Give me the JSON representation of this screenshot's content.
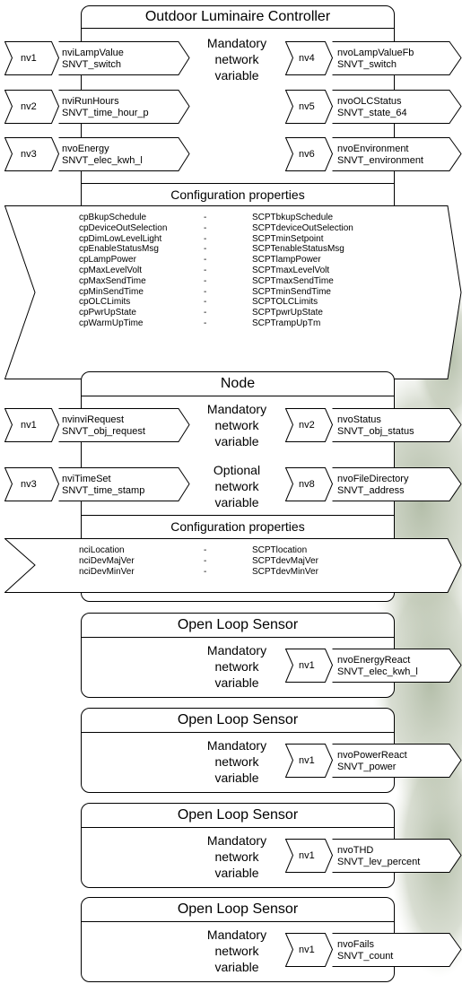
{
  "blocks": [
    {
      "title": "Outdoor Luminaire Controller",
      "variable_label": [
        "Mandatory",
        "network",
        "variable"
      ],
      "inputs": [
        {
          "num": "nv1",
          "name": "nviLampValue",
          "type": "SNVT_switch"
        },
        {
          "num": "nv2",
          "name": "nviRunHours",
          "type": "SNVT_time_hour_p"
        },
        {
          "num": "nv3",
          "name": "nvoEnergy",
          "type": "SNVT_elec_kwh_l"
        }
      ],
      "outputs": [
        {
          "num": "nv4",
          "name": "nvoLampValueFb",
          "type": "SNVT_switch"
        },
        {
          "num": "nv5",
          "name": "nvoOLCStatus",
          "type": "SNVT_state_64"
        },
        {
          "num": "nv6",
          "name": "nvoEnvironment",
          "type": "SNVT_environment"
        }
      ],
      "config_title": "Configuration properties",
      "config": [
        {
          "name": "cpBkupSchedule",
          "sep": "-",
          "type": "SCPTbkupSchedule"
        },
        {
          "name": "cpDeviceOutSelection",
          "sep": "-",
          "type": "SCPTdeviceOutSelection"
        },
        {
          "name": "cpDimLowLevelLight",
          "sep": "-",
          "type": "SCPTminSetpoint"
        },
        {
          "name": "cpEnableStatusMsg",
          "sep": "-",
          "type": "SCPTenableStatusMsg"
        },
        {
          "name": "cpLampPower",
          "sep": "-",
          "type": "SCPTlampPower"
        },
        {
          "name": "cpMaxLevelVolt",
          "sep": "-",
          "type": "SCPTmaxLevelVolt"
        },
        {
          "name": "cpMaxSendTime",
          "sep": "-",
          "type": "SCPTmaxSendTime"
        },
        {
          "name": "cpMinSendTime",
          "sep": "-",
          "type": "SCPTminSendTime"
        },
        {
          "name": "cpOLCLimits",
          "sep": "-",
          "type": "SCPTOLCLimits"
        },
        {
          "name": "cpPwrUpState",
          "sep": "-",
          "type": "SCPTpwrUpState"
        },
        {
          "name": "cpWarmUpTime",
          "sep": "-",
          "type": "SCPTrampUpTm"
        }
      ]
    },
    {
      "title": "Node",
      "variable_label_mandatory": [
        "Mandatory",
        "network",
        "variable"
      ],
      "variable_label_optional": [
        "Optional",
        "network",
        "variable"
      ],
      "inputs": [
        {
          "num": "nv1",
          "name": "nvinviRequest",
          "type": "SNVT_obj_request"
        },
        {
          "num": "nv3",
          "name": "nviTimeSet",
          "type": "SNVT_time_stamp"
        }
      ],
      "outputs": [
        {
          "num": "nv2",
          "name": "nvoStatus",
          "type": "SNVT_obj_status"
        },
        {
          "num": "nv8",
          "name": "nvoFileDirectory",
          "type": "SNVT_address"
        }
      ],
      "config_title": "Configuration properties",
      "config": [
        {
          "name": "nciLocation",
          "sep": "-",
          "type": "SCPTlocation"
        },
        {
          "name": "nciDevMajVer",
          "sep": "-",
          "type": "SCPTdevMajVer"
        },
        {
          "name": "nciDevMinVer",
          "sep": "-",
          "type": "SCPTdevMinVer"
        }
      ]
    },
    {
      "title": "Open Loop Sensor",
      "variable_label": [
        "Mandatory",
        "network",
        "variable"
      ],
      "output": {
        "num": "nv1",
        "name": "nvoEnergyReact",
        "type": "SNVT_elec_kwh_l"
      }
    },
    {
      "title": "Open Loop Sensor",
      "variable_label": [
        "Mandatory",
        "network",
        "variable"
      ],
      "output": {
        "num": "nv1",
        "name": "nvoPowerReact",
        "type": "SNVT_power"
      }
    },
    {
      "title": "Open Loop Sensor",
      "variable_label": [
        "Mandatory",
        "network",
        "variable"
      ],
      "output": {
        "num": "nv1",
        "name": "nvoTHD",
        "type": "SNVT_lev_percent"
      }
    },
    {
      "title": "Open Loop Sensor",
      "variable_label": [
        "Mandatory",
        "network",
        "variable"
      ],
      "output": {
        "num": "nv1",
        "name": "nvoFails",
        "type": "SNVT_count"
      }
    }
  ]
}
